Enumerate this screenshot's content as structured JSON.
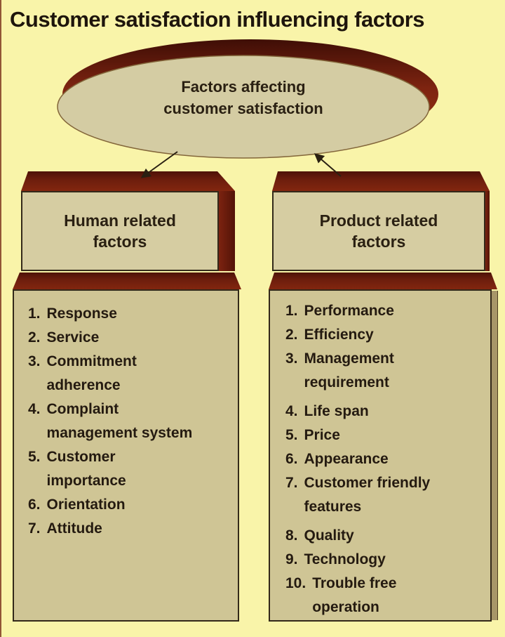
{
  "title": "Customer satisfaction influencing factors",
  "colors": {
    "background": "#f9f4a9",
    "panel_face": "#d2c89a",
    "maroon": "#7c2310",
    "maroon_dark": "#4e1208",
    "text": "#241a10"
  },
  "diagram": {
    "root": {
      "label": "Factors affecting\ncustomer satisfaction"
    },
    "branches": [
      {
        "title": "Human related\nfactors",
        "items": [
          {
            "num": "1.",
            "text": "Response"
          },
          {
            "num": "2.",
            "text": "Service"
          },
          {
            "num": "3.",
            "text": "Commitment\nadherence"
          },
          {
            "num": "4.",
            "text": "Complaint\nmanagement system"
          },
          {
            "num": "5.",
            "text": "Customer\nimportance"
          },
          {
            "num": "6.",
            "text": "Orientation"
          },
          {
            "num": "7.",
            "text": "Attitude"
          }
        ]
      },
      {
        "title": "Product related\nfactors",
        "items": [
          {
            "num": "1.",
            "text": "Performance"
          },
          {
            "num": "2.",
            "text": "Efficiency"
          },
          {
            "num": "3.",
            "text": "Management\nrequirement"
          },
          {
            "num": "4.",
            "text": "Life span"
          },
          {
            "num": "5.",
            "text": "Price"
          },
          {
            "num": "6.",
            "text": "Appearance"
          },
          {
            "num": "7.",
            "text": "Customer friendly\nfeatures"
          },
          {
            "num": "8.",
            "text": "Quality"
          },
          {
            "num": "9.",
            "text": "Technology"
          },
          {
            "num": "10.",
            "text": "Trouble free\noperation"
          }
        ]
      }
    ]
  }
}
